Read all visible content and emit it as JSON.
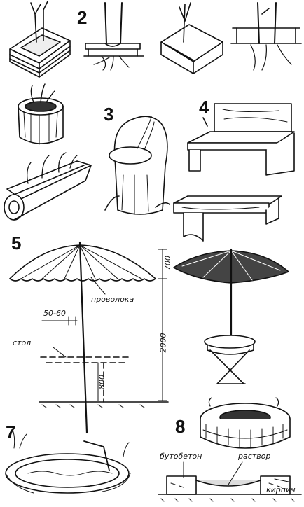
{
  "figure_numbers": {
    "n2": "2",
    "n3": "3",
    "n4": "4",
    "n5": "5",
    "n7": "7",
    "n8": "8"
  },
  "labels": {
    "wire": "проволока",
    "table": "стол",
    "rubble_concrete": "бутобетон",
    "mortar": "раствор",
    "brick": "кирпич"
  },
  "dimensions": {
    "gap": "50-60",
    "canopy_height": "700",
    "total_height": "2000",
    "table_height": "800"
  }
}
